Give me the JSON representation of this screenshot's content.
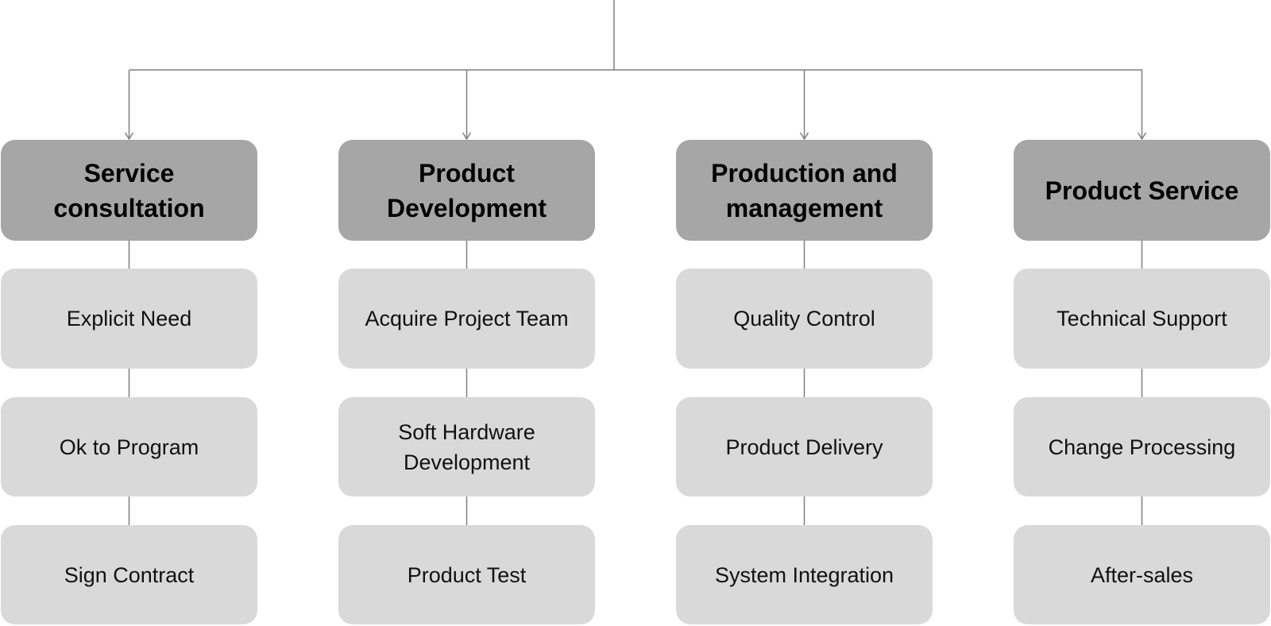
{
  "columns": [
    {
      "title": "Service consultation",
      "items": [
        "Explicit Need",
        "Ok to Program",
        "Sign Contract"
      ]
    },
    {
      "title": "Product Development",
      "items": [
        "Acquire Project Team",
        "Soft Hardware Development",
        "Product Test"
      ]
    },
    {
      "title": "Production and management",
      "items": [
        "Quality Control",
        "Product Delivery",
        "System Integration"
      ]
    },
    {
      "title": "Product Service",
      "items": [
        "Technical Support",
        "Change Processing",
        "After-sales"
      ]
    }
  ],
  "colors": {
    "header_fill": "#a6a6a6",
    "item_fill": "#d9d9d9",
    "connector": "#7f7f7f"
  }
}
